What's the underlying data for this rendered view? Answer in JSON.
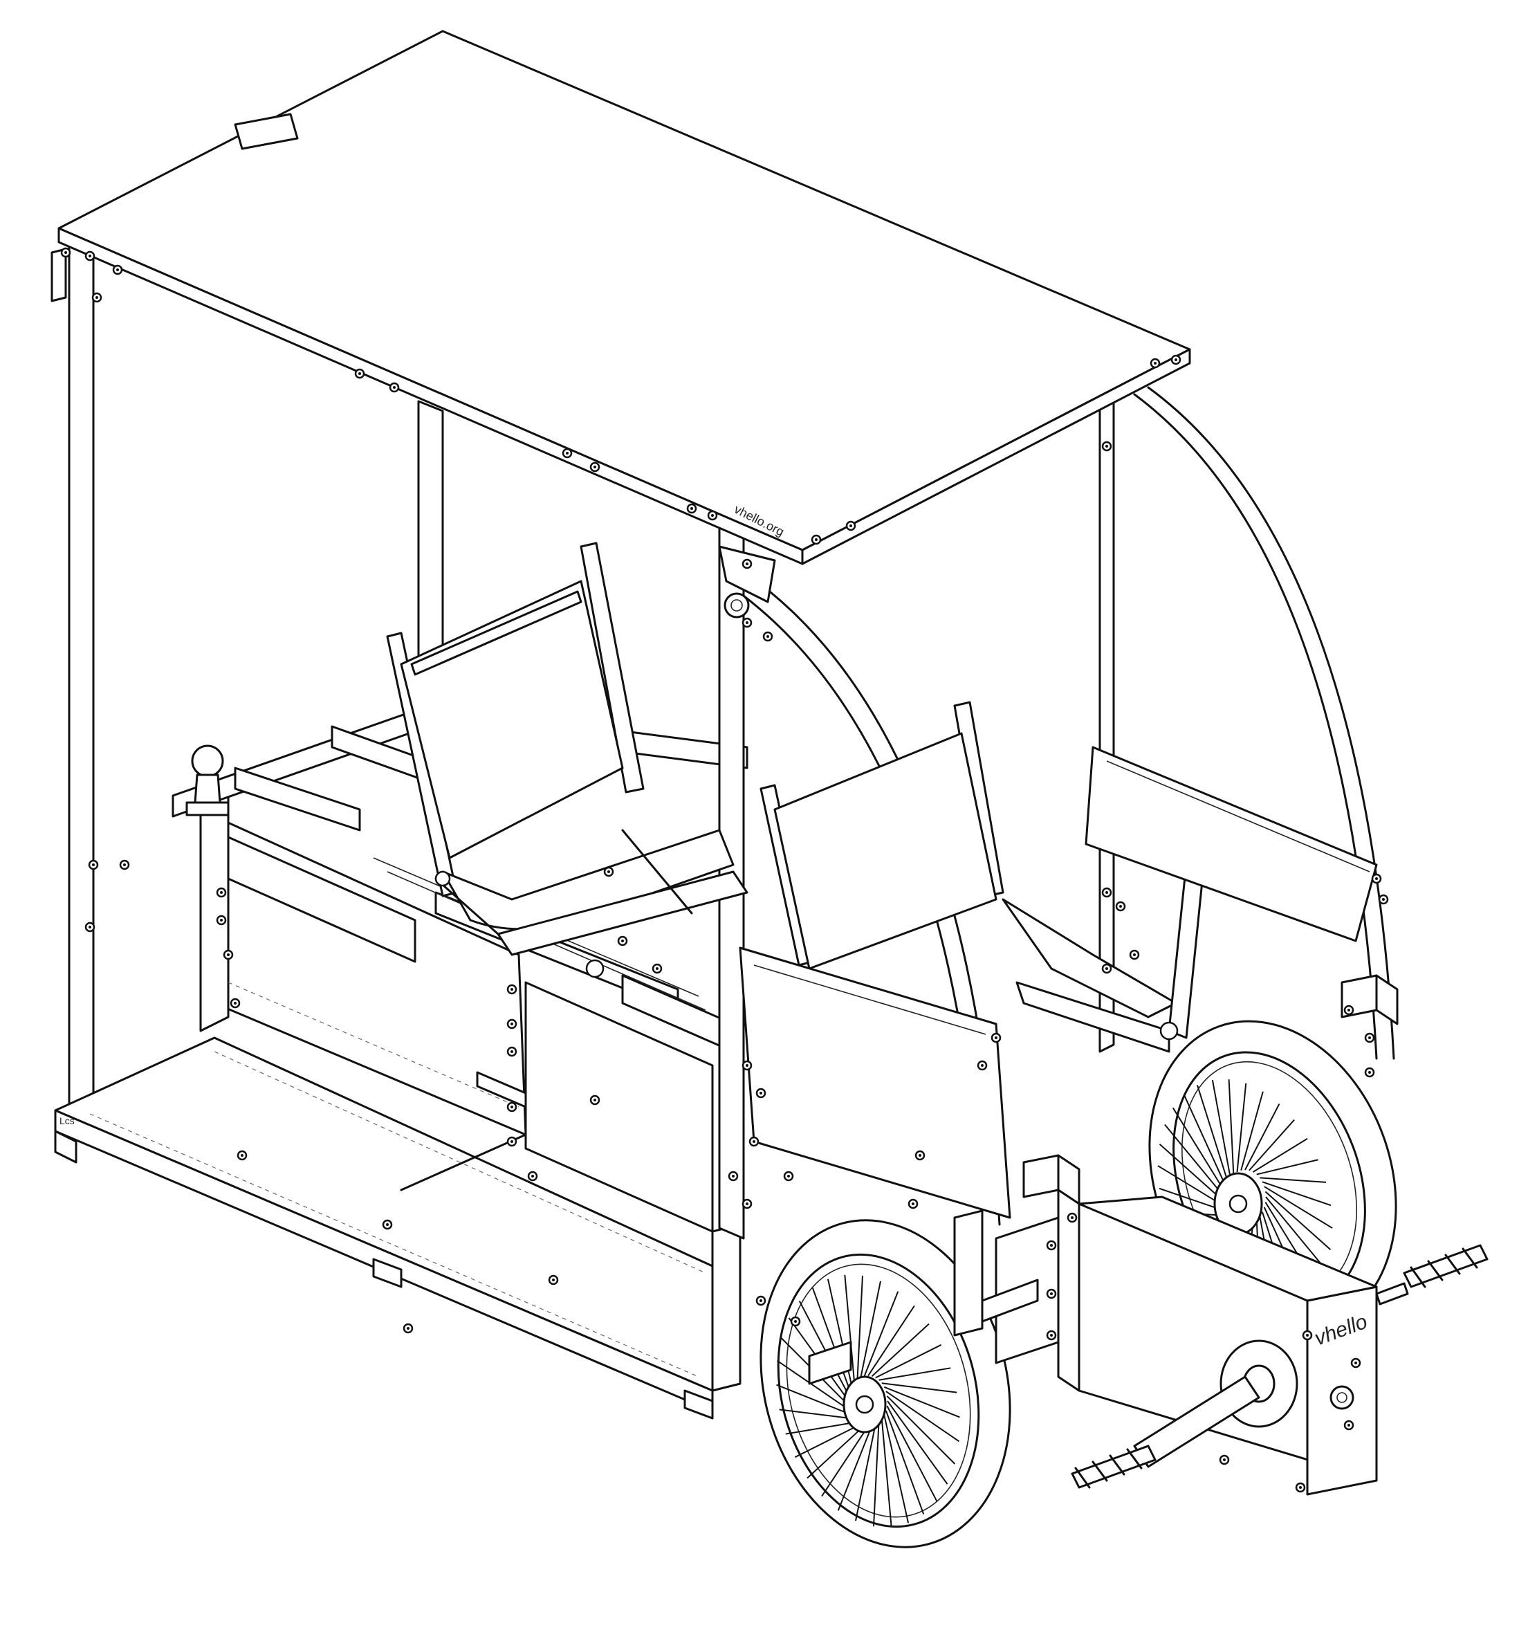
{
  "labels": {
    "roof_url": "vhello.org",
    "crank_box_brand": "vhello",
    "corner_mark": "Lcs"
  },
  "icons": {
    "logo_gear": "gear-cog-logo-icon"
  }
}
